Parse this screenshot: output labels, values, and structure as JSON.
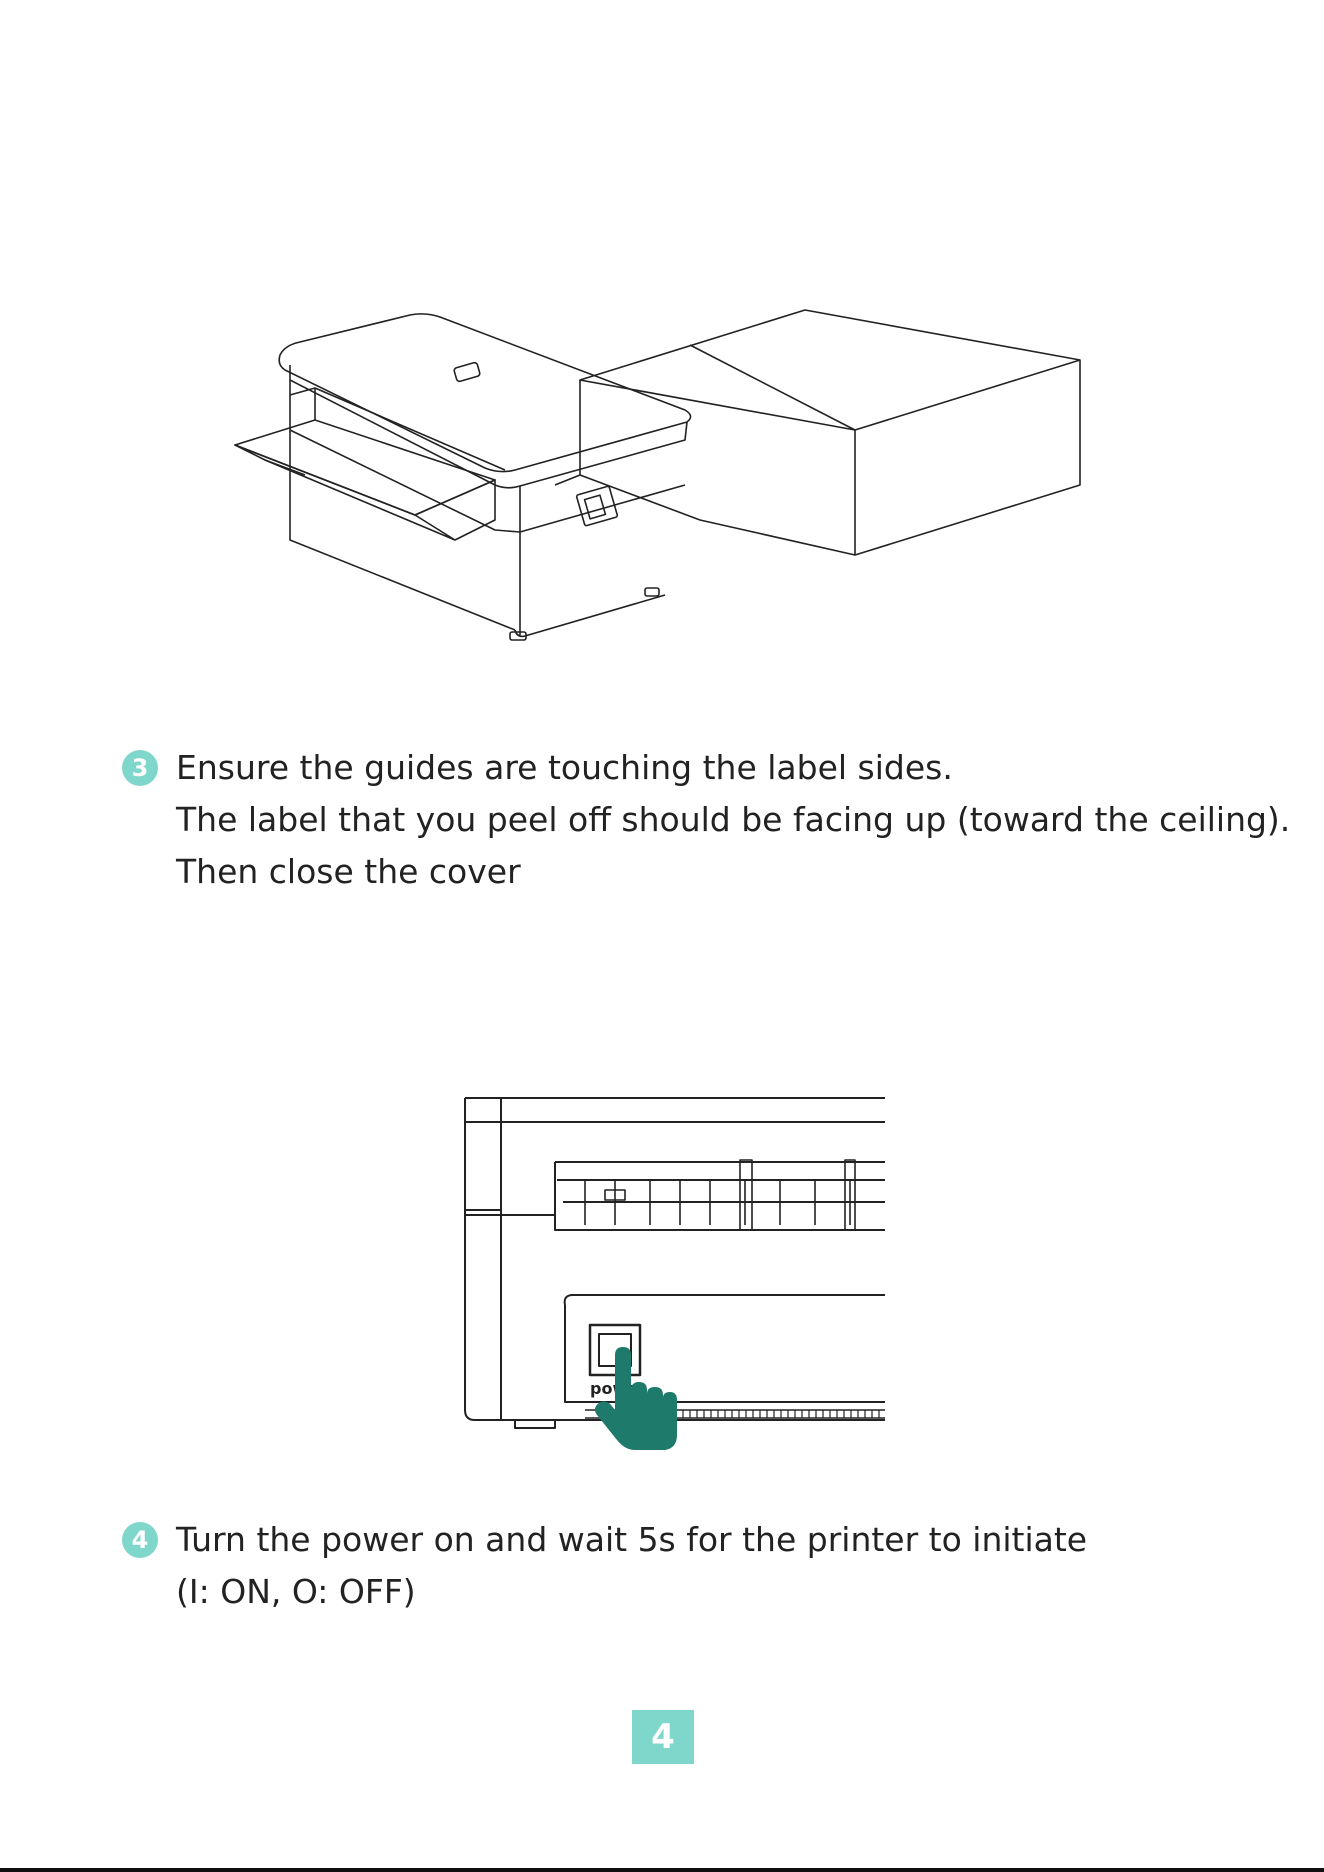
{
  "steps": [
    {
      "number": "3",
      "lines": [
        "Ensure the  guides are touching the label sides.",
        "The label that you peel off should be facing up (toward the ceiling).",
        "Then close the cover"
      ]
    },
    {
      "number": "4",
      "lines": [
        "Turn the power on and wait 5s for the printer to initiate",
        "(I: ON, O: OFF)"
      ]
    }
  ],
  "power_switch_label": "power",
  "page_number": "4",
  "colors": {
    "accent": "#7fd6cb",
    "hand": "#1e7a6a",
    "line_art": "#222222"
  }
}
